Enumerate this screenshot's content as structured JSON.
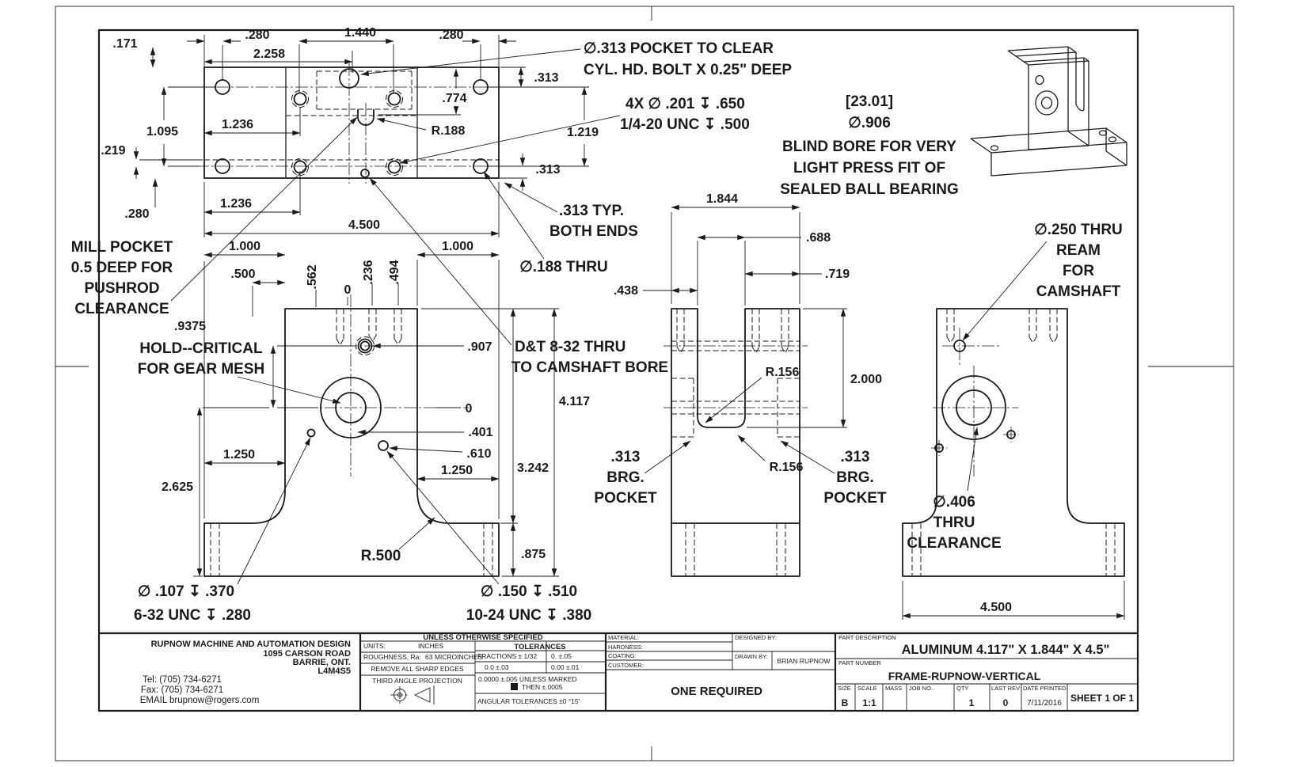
{
  "top_view": {
    "d171": ".171",
    "d280a": ".280",
    "d2258": "2.258",
    "d1440": "1.440",
    "d280b": ".280",
    "d313a": ".313",
    "d774": ".774",
    "d1095": "1.095",
    "d1236a": "1.236",
    "r188": "R.188",
    "d1219": "1.219",
    "d219": ".219",
    "d280c": ".280",
    "d1236b": "1.236",
    "d4500": "4.500",
    "d313b": ".313",
    "typ1": ".313 TYP.",
    "typ2": "BOTH ENDS",
    "thru188": "∅.188 THRU"
  },
  "front_view": {
    "d1000a": "1.000",
    "d1000b": "1.000",
    "d500": ".500",
    "d562": ".562",
    "zero_top": "0",
    "d236": ".236",
    "d494": ".494",
    "d9375": ".9375",
    "d907": ".907",
    "zero_mid": "0",
    "d401": ".401",
    "d610": ".610",
    "d4117": "4.117",
    "d3242": "3.242",
    "d1250a": "1.250",
    "d1250b": "1.250",
    "d2625": "2.625",
    "r500": "R.500",
    "d875": ".875",
    "tap6_1": "∅ .107  ↧ .370",
    "tap6_2": "6-32 UNC  ↧ .280",
    "tap10_1": "∅ .150 ↧ .510",
    "tap10_2": "10-24 UNC  ↧ .380"
  },
  "side_view": {
    "d1844": "1.844",
    "d688": ".688",
    "d719": ".719",
    "d438": ".438",
    "r156a": "R.156",
    "r156b": "R.156",
    "d2000": "2.000",
    "brg_l1": ".313",
    "brg_l2": "BRG.",
    "brg_l3": "POCKET",
    "brg_r1": ".313",
    "brg_r2": "BRG.",
    "brg_r3": "POCKET"
  },
  "rear_view": {
    "d4500": "4.500",
    "ream1": "∅.250 THRU",
    "ream2": "REAM",
    "ream3": "FOR",
    "ream4": "CAMSHAFT",
    "clr1": "∅.406",
    "clr2": "THRU",
    "clr3": "CLEARANCE"
  },
  "callouts": {
    "pocket1": "∅.313 POCKET TO CLEAR",
    "pocket2": "CYL. HD. BOLT X 0.25\" DEEP",
    "tap4x1": "4X  ∅ .201  ↧ .650",
    "tap4x2": "1/4-20 UNC  ↧ .500",
    "ref2301": "[23.01]",
    "d906": "∅.906",
    "blind1": "BLIND BORE FOR VERY",
    "blind2": "LIGHT PRESS FIT OF",
    "blind3": "SEALED BALL BEARING",
    "mill1": "MILL POCKET",
    "mill2": "0.5 DEEP FOR",
    "mill3": "PUSHROD",
    "mill4": "CLEARANCE",
    "hold1": "HOLD--CRITICAL",
    "hold2": "FOR GEAR MESH",
    "dt1": "D&T 8-32 THRU",
    "dt2": "TO CAMSHAFT BORE"
  },
  "title_block": {
    "company1": "RUPNOW MACHINE AND AUTOMATION DESIGN",
    "company2": "1095 CARSON ROAD",
    "company3": "BARRIE, ONT.",
    "company4": "L4M4S5",
    "tel": "Tel:  (705) 734-6271",
    "fax": "Fax:  (705) 734-6271",
    "email": "EMAIL brupnow@rogers.com",
    "spec_header": "UNLESS OTHERWISE SPECIFIED",
    "units_label": "UNITS:",
    "units_value": "INCHES",
    "rough_label": "ROUGHNESS, Ra:",
    "rough_value": "63 MICROINCHES",
    "edges": "REMOVE ALL SHARP EDGES",
    "projection": "THIRD ANGLE PROJECTION",
    "tol_header": "TOLERANCES",
    "tol_frac": "FRACTIONS ± 1/32",
    "tol_r1b": "0.    ±.05",
    "tol_r2a": "0.0   ±.03",
    "tol_r2b": "0.00   ±.01",
    "tol_r3": "0.0000    ±.005 UNLESS MARKED",
    "tol_r4": "THEN  ±.0005",
    "tol_ang": "ANGULAR TOLERANCES",
    "tol_ang_v": "±0 °15'",
    "material": "MATERIAL:",
    "hardness": "HARDNESS:",
    "coating": "COATING:",
    "customer": "CUSTOMER:",
    "one_required": "ONE REQUIRED",
    "designed_by": "DESIGNED BY:",
    "drawn_by": "DRAWN BY:",
    "drawn_by_name": "BRIAN RUPNOW",
    "part_desc_label": "PART DESCRIPTION",
    "part_desc": "ALUMINUM 4.117\" X 1.844\" X 4.5\"",
    "part_num_label": "PART NUMBER",
    "part_num": "FRAME-RUPNOW-VERTICAL",
    "size_label": "SIZE",
    "size": "B",
    "scale_label": "SCALE",
    "scale": "1:1",
    "mass_label": "MASS",
    "job_label": "JOB NO.",
    "qty_label": "QTY",
    "qty": "1",
    "rev_label": "LAST REV",
    "rev": "0",
    "date_label": "DATE PRINTED",
    "date": "7/11/2016",
    "sheet": "SHEET 1 OF 1"
  }
}
